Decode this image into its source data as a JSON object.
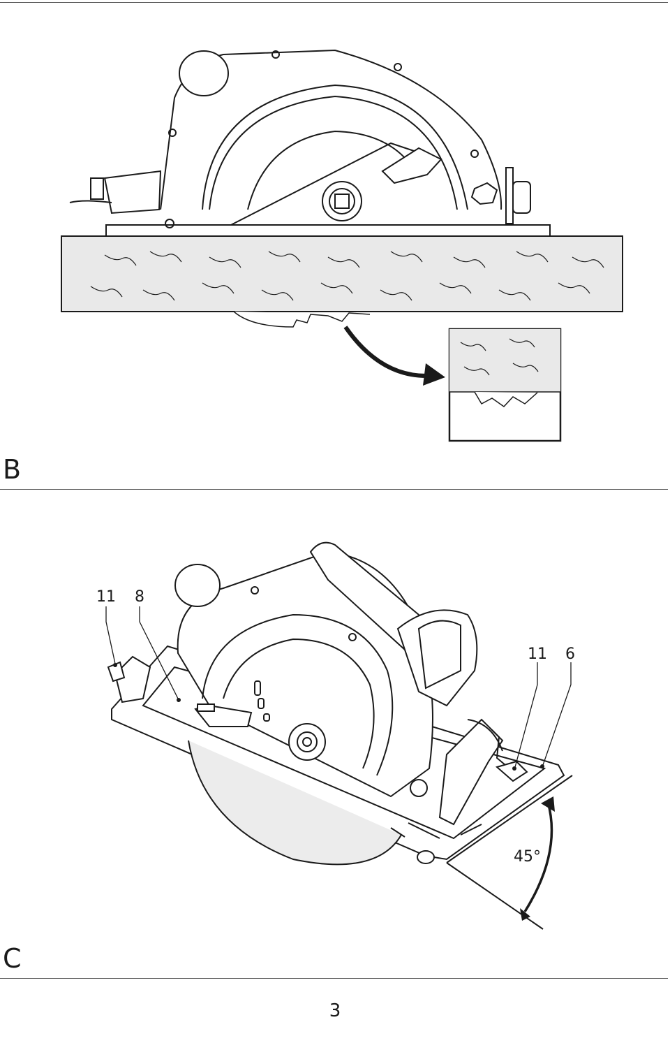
{
  "figures": [
    {
      "id": "B",
      "label": "B"
    },
    {
      "id": "C",
      "label": "C",
      "callouts": [
        "11",
        "8",
        "11",
        "6"
      ],
      "angle_label": "45°"
    }
  ],
  "page_number": "3"
}
